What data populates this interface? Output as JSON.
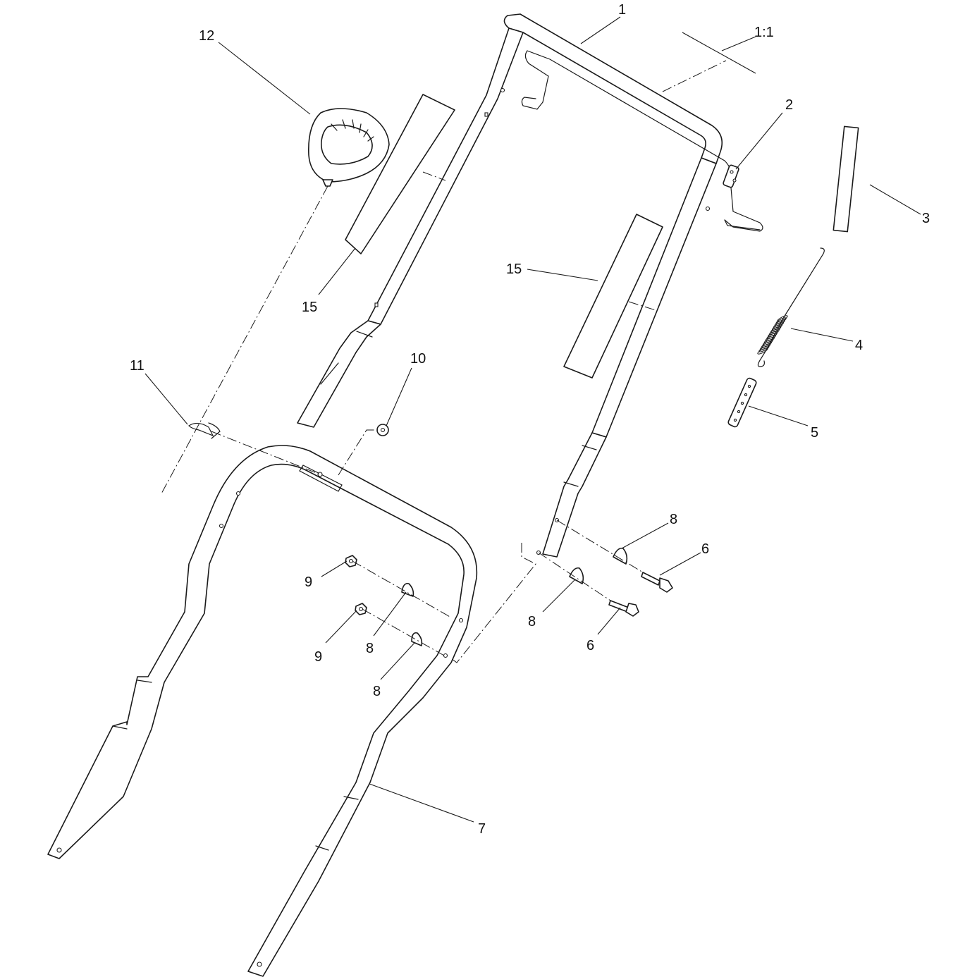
{
  "callouts": {
    "c1": "1",
    "c1_1": "1:1",
    "c2": "2",
    "c3": "3",
    "c4": "4",
    "c5": "5",
    "c6a": "6",
    "c6b": "6",
    "c7": "7",
    "c8a": "8",
    "c8b": "8",
    "c8c": "8",
    "c8d": "8",
    "c9a": "9",
    "c9b": "9",
    "c10": "10",
    "c11": "11",
    "c12": "12",
    "c15a": "15",
    "c15b": "15"
  }
}
